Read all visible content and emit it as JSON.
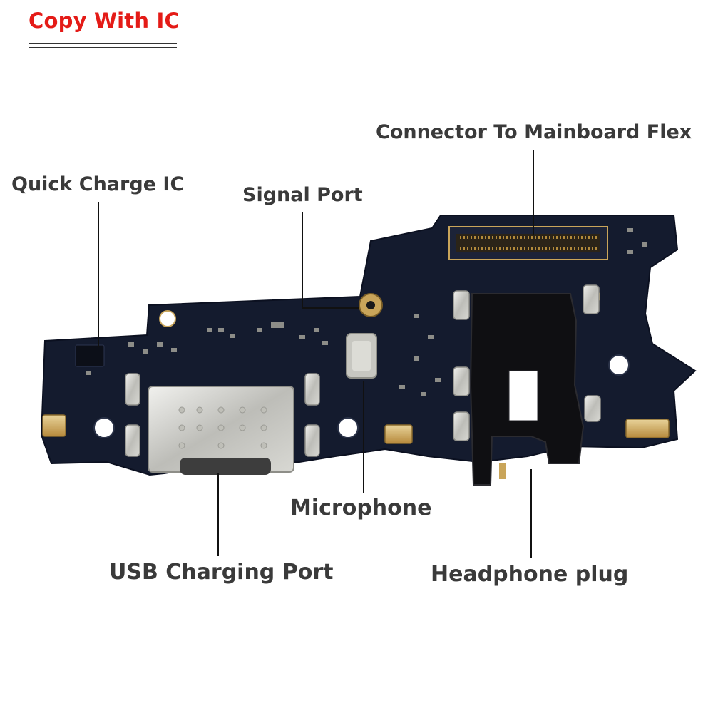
{
  "banner": {
    "text": "Copy With IC",
    "color": "#e41b17"
  },
  "labels": {
    "connector": "Connector To Mainboard Flex",
    "quick_charge": "Quick Charge IC",
    "signal_port": "Signal Port",
    "microphone": "Microphone",
    "usb_port": "USB Charging Port",
    "headphone": "Headphone plug"
  },
  "colors": {
    "pcb": "#141b2e",
    "gold": "#c9a55a",
    "label_text": "#3a3a3a"
  }
}
